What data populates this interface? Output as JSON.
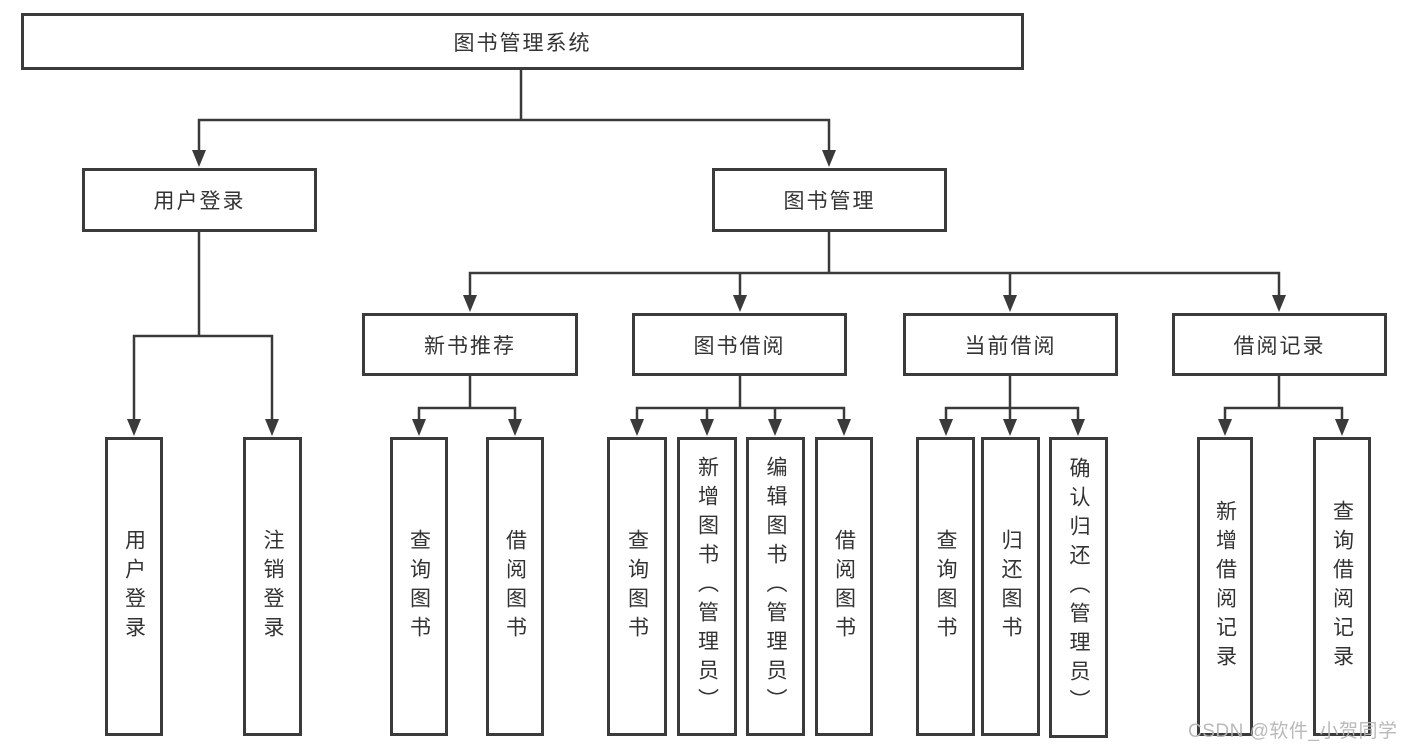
{
  "tree": {
    "root": {
      "label": "图书管理系统"
    },
    "branches": [
      {
        "label": "用户登录",
        "children": [
          {
            "label": "用户登录"
          },
          {
            "label": "注销登录"
          }
        ]
      },
      {
        "label": "图书管理",
        "children": [
          {
            "label": "新书推荐",
            "children": [
              {
                "label": "查询图书"
              },
              {
                "label": "借阅图书"
              }
            ]
          },
          {
            "label": "图书借阅",
            "children": [
              {
                "label": "查询图书"
              },
              {
                "label": "新增图书（管理员）"
              },
              {
                "label": "编辑图书（管理员）"
              },
              {
                "label": "借阅图书"
              }
            ]
          },
          {
            "label": "当前借阅",
            "children": [
              {
                "label": "查询图书"
              },
              {
                "label": "归还图书"
              },
              {
                "label": "确认归还（管理员）"
              }
            ]
          },
          {
            "label": "借阅记录",
            "children": [
              {
                "label": "新增借阅记录"
              },
              {
                "label": "查询借阅记录"
              }
            ]
          }
        ]
      }
    ]
  },
  "watermark": "CSDN @软件_小贺同学",
  "colors": {
    "line": "#3a3a3a",
    "box_border": "#3b3b3b",
    "text": "#333333",
    "background": "#ffffff",
    "watermark": "#b6b6b6"
  }
}
